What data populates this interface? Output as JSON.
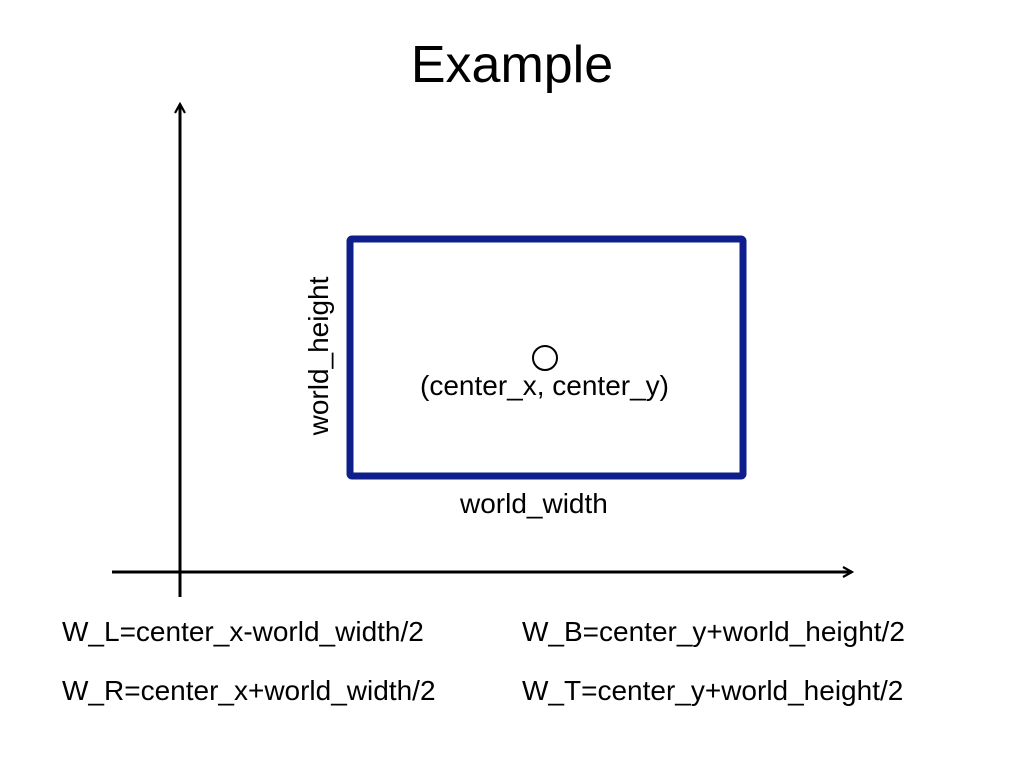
{
  "title": "Example",
  "labels": {
    "center": "(center_x, center_y)",
    "width": "world_width",
    "height": "world_height"
  },
  "formulas": {
    "w_l": "W_L=center_x-world_width/2",
    "w_r": "W_R=center_x+world_width/2",
    "w_b": "W_B=center_y+world_height/2",
    "w_t": "W_T=center_y+world_height/2"
  },
  "colors": {
    "rectangle": "#0e1f8c",
    "axes": "#000000"
  }
}
